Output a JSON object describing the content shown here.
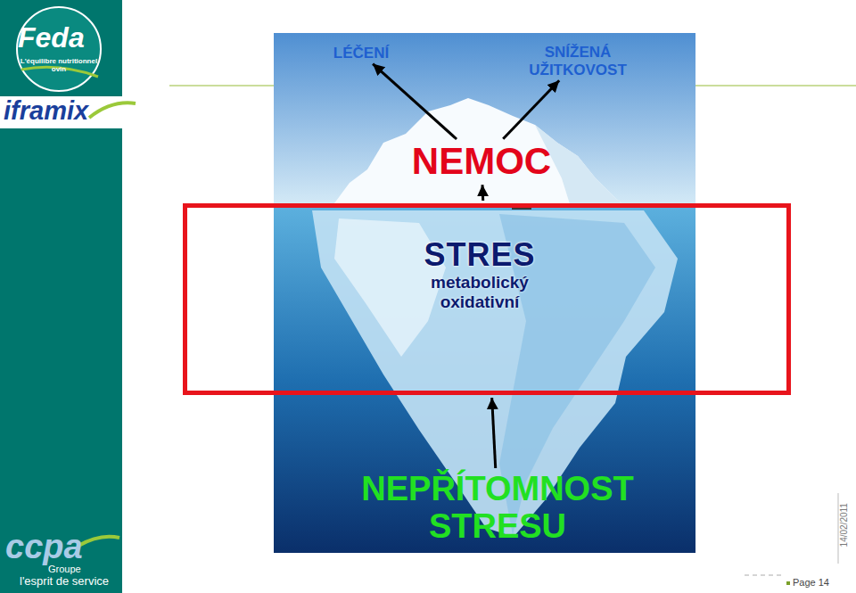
{
  "diagram": {
    "nodes": [
      {
        "text": [
          "LÉČENÍ"
        ]
      },
      {
        "text": [
          "SNÍŽENÁ UŽITKOVOST"
        ]
      },
      {
        "text": [
          "NEMOC"
        ]
      },
      {
        "text": [
          "STRES",
          "metabolický oxidativní"
        ]
      },
      {
        "text": [
          "NEPŘÍTOMNOST STRESU"
        ]
      }
    ],
    "edges": [
      {
        "from": 2,
        "to": 0,
        "arrow": "to"
      },
      {
        "from": 2,
        "to": 1,
        "arrow": "to"
      },
      {
        "from": 3,
        "to": 2,
        "arrow": "to"
      },
      {
        "from": 4,
        "to": 3,
        "arrow": "to"
      }
    ],
    "labels": [
      "Feda",
      "L'équilibre nutritionnel ovin",
      "iframix",
      "ccpa",
      "Groupe",
      "l'esprit de service",
      "14/02/2011",
      "Page 14"
    ]
  }
}
